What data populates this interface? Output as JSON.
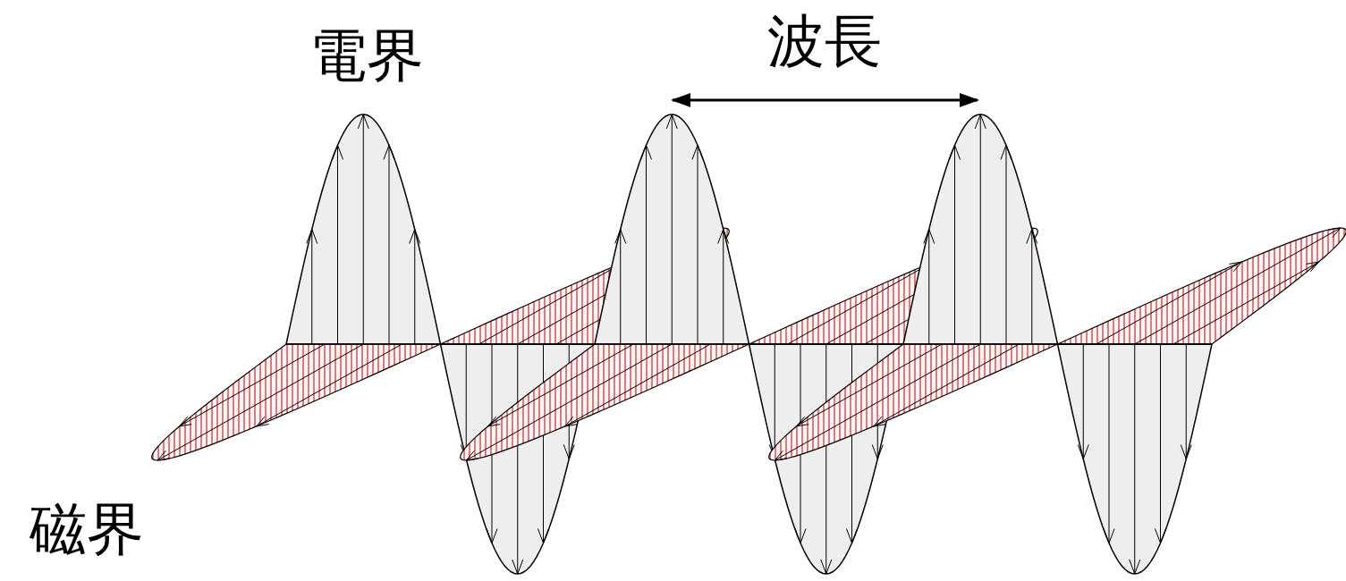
{
  "diagram": {
    "labels": [
      "電界",
      "磁界",
      "波長"
    ]
  }
}
